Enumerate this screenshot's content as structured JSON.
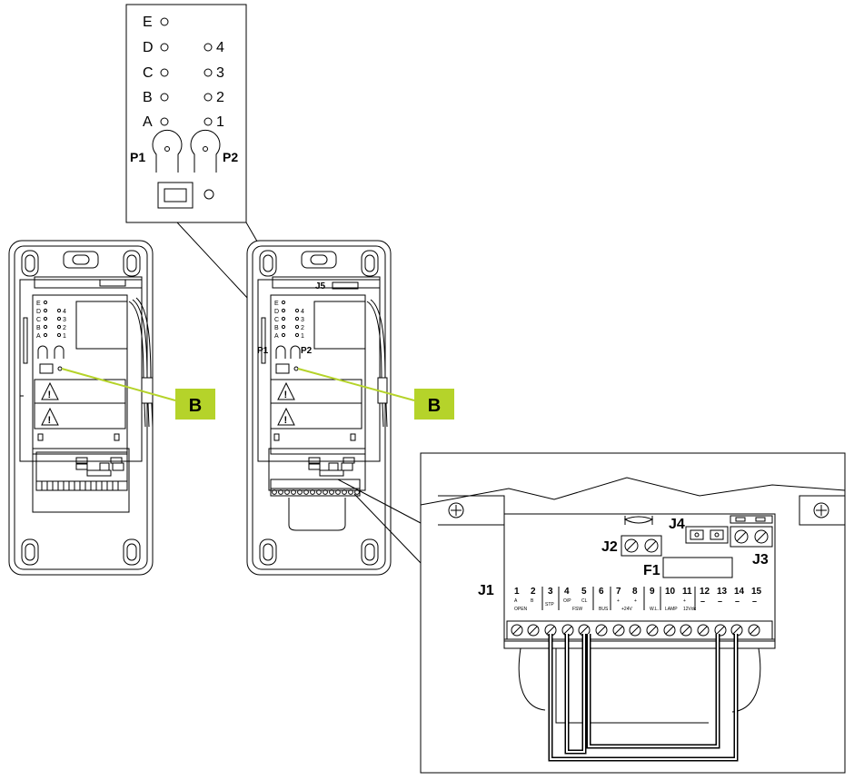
{
  "zoom_led_panel": {
    "left_leds": [
      "E",
      "D",
      "C",
      "B",
      "A"
    ],
    "right_leds": [
      "4",
      "3",
      "2",
      "1"
    ],
    "pot_left": "P1",
    "pot_right": "P2"
  },
  "left_unit": {
    "leds_left": [
      "E",
      "D",
      "C",
      "B",
      "A"
    ],
    "leds_right": [
      "4",
      "3",
      "2",
      "1"
    ],
    "callout": "B"
  },
  "right_unit": {
    "leds_left": [
      "E",
      "D",
      "C",
      "B",
      "A"
    ],
    "leds_right": [
      "4",
      "3",
      "2",
      "1"
    ],
    "connector_j5": "J5",
    "pot_left": "P1",
    "pot_right": "P2",
    "callout": "B"
  },
  "terminal_detail": {
    "j1": "J1",
    "j2": "J2",
    "j3": "J3",
    "j4": "J4",
    "f1": "F1",
    "terminal_numbers": [
      "1",
      "2",
      "3",
      "4",
      "5",
      "6",
      "7",
      "8",
      "9",
      "10",
      "11",
      "12",
      "13",
      "14",
      "15"
    ],
    "terminal_sub": [
      "A",
      "B",
      "STP",
      "O/P",
      "CL",
      "BUS",
      "+",
      "+",
      "W.L.",
      "LAMP",
      "+",
      "–",
      "–",
      "–",
      "–"
    ],
    "group_labels": [
      "OPEN",
      "FSW",
      "+24V",
      "12Vdc"
    ]
  },
  "colors": {
    "callout_fill": "#b5d32a",
    "callout_line": "#b5d32a",
    "line": "#000000"
  }
}
